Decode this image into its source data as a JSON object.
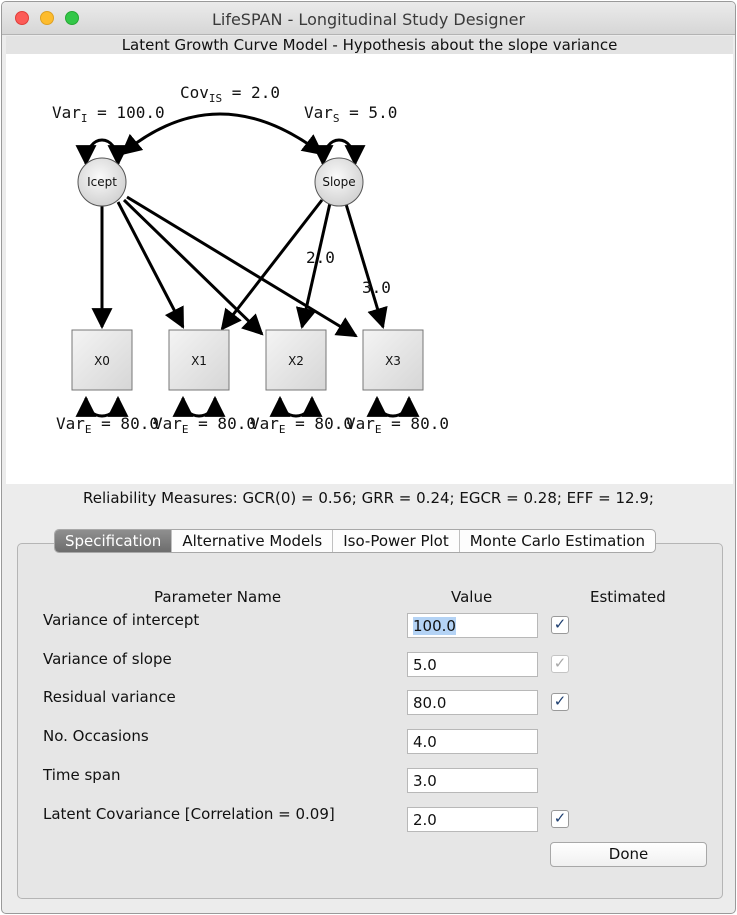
{
  "window": {
    "title": "LifeSPAN - Longitudinal Study Designer"
  },
  "diagram": {
    "title": "Latent Growth Curve Model - Hypothesis about the slope variance",
    "var_intercept": {
      "prefix": "Var",
      "sub": "I",
      "value": " = 100.0"
    },
    "covariance": {
      "prefix": "Cov",
      "sub": "IS",
      "value": " = 2.0"
    },
    "var_slope": {
      "prefix": "Var",
      "sub": "S",
      "value": " = 5.0"
    },
    "nodes": {
      "intercept": "Icept",
      "slope": "Slope"
    },
    "observed": [
      "X0",
      "X1",
      "X2",
      "X3"
    ],
    "loadings": {
      "x2": "2.0",
      "x3": "3.0"
    },
    "residual": {
      "prefix": "Var",
      "sub": "E",
      "value": " = 80.0"
    }
  },
  "reliability": "Reliability Measures: GCR(0) = 0.56; GRR = 0.24; EGCR = 0.28; EFF = 12.9;",
  "tabs": [
    "Specification",
    "Alternative Models",
    "Iso-Power Plot",
    "Monte Carlo Estimation"
  ],
  "table": {
    "headers": {
      "name": "Parameter Name",
      "value": "Value",
      "estimated": "Estimated"
    },
    "rows": [
      {
        "name": "Variance of intercept",
        "value": "100.0",
        "estimated": true,
        "enabled": true
      },
      {
        "name": "Variance of slope",
        "value": "5.0",
        "estimated": true,
        "enabled": false
      },
      {
        "name": "Residual variance",
        "value": "80.0",
        "estimated": true,
        "enabled": true
      },
      {
        "name": "No. Occasions",
        "value": "4.0"
      },
      {
        "name": "Time span",
        "value": "3.0"
      },
      {
        "name": "Latent Covariance [Correlation = 0.09]",
        "value": "2.0",
        "estimated": true,
        "enabled": true
      }
    ]
  },
  "done_label": "Done"
}
